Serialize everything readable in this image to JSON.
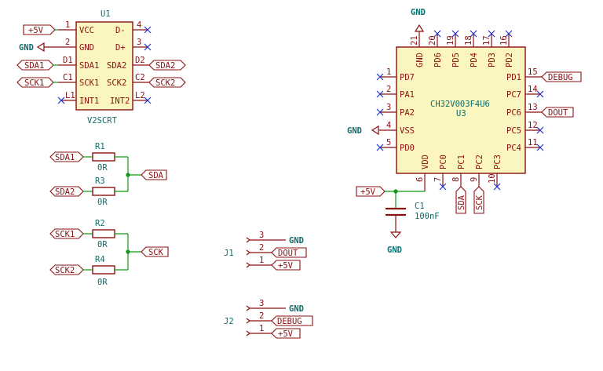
{
  "u1": {
    "ref": "U1",
    "value": "V2SCRT",
    "pins": [
      {
        "num": "1",
        "name": "VCC"
      },
      {
        "num": "2",
        "name": "GND"
      },
      {
        "num": "D1",
        "name": "SDA1"
      },
      {
        "num": "C1",
        "name": "SCK1"
      },
      {
        "num": "L1",
        "name": "INT1"
      },
      {
        "num": "4",
        "name": "D-"
      },
      {
        "num": "3",
        "name": "D+"
      },
      {
        "num": "D2",
        "name": "SDA2"
      },
      {
        "num": "C2",
        "name": "SCK2"
      },
      {
        "num": "L2",
        "name": "INT2"
      }
    ],
    "labels": {
      "p5v": "+5V",
      "gnd": "GND",
      "sda1": "SDA1",
      "sck1": "SCK1",
      "sda2": "SDA2",
      "sck2": "SCK2"
    }
  },
  "resistors": {
    "r1": {
      "ref": "R1",
      "value": "0R",
      "net": "SDA1"
    },
    "r3": {
      "ref": "R3",
      "value": "0R",
      "net": "SDA2"
    },
    "r2": {
      "ref": "R2",
      "value": "0R",
      "net": "SCK1"
    },
    "r4": {
      "ref": "R4",
      "value": "0R",
      "net": "SCK2"
    },
    "sda_label": "SDA",
    "sck_label": "SCK"
  },
  "u3": {
    "ref": "U3",
    "value": "CH32V003F4U6",
    "gnd_top": "GND",
    "gnd_left": "GND",
    "top_pins": [
      {
        "num": "21",
        "name": "GND"
      },
      {
        "num": "20",
        "name": "PD6"
      },
      {
        "num": "19",
        "name": "PD5"
      },
      {
        "num": "18",
        "name": "PD4"
      },
      {
        "num": "17",
        "name": "PD3"
      },
      {
        "num": "16",
        "name": "PD2"
      }
    ],
    "left_pins": [
      {
        "num": "1",
        "name": "PD7"
      },
      {
        "num": "2",
        "name": "PA1"
      },
      {
        "num": "3",
        "name": "PA2"
      },
      {
        "num": "4",
        "name": "VSS"
      },
      {
        "num": "5",
        "name": "PD0"
      }
    ],
    "right_pins": [
      {
        "num": "15",
        "name": "PD1"
      },
      {
        "num": "14",
        "name": "PC7"
      },
      {
        "num": "13",
        "name": "PC6"
      },
      {
        "num": "12",
        "name": "PC5"
      },
      {
        "num": "11",
        "name": "PC4"
      }
    ],
    "bottom_pins": [
      {
        "num": "6",
        "name": "VDD"
      },
      {
        "num": "7",
        "name": "PC0"
      },
      {
        "num": "8",
        "name": "PC1"
      },
      {
        "num": "9",
        "name": "PC2"
      },
      {
        "num": "10",
        "name": "PC3"
      }
    ],
    "labels": {
      "debug": "DEBUG",
      "dout": "DOUT",
      "sda": "SDA",
      "sck": "SCK",
      "p5v": "+5V"
    }
  },
  "c1": {
    "ref": "C1",
    "value": "100nF",
    "gnd": "GND"
  },
  "j1": {
    "ref": "J1",
    "pins": [
      {
        "num": "3",
        "net": "GND"
      },
      {
        "num": "2",
        "net": "DOUT"
      },
      {
        "num": "1",
        "net": "+5V"
      }
    ]
  },
  "j2": {
    "ref": "J2",
    "pins": [
      {
        "num": "3",
        "net": "GND"
      },
      {
        "num": "2",
        "net": "DEBUG"
      },
      {
        "num": "1",
        "net": "+5V"
      }
    ]
  }
}
